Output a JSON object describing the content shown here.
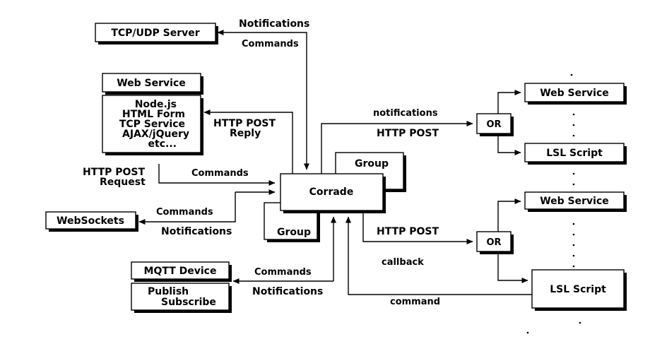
{
  "nodes": {
    "tcp_udp_server": "TCP/UDP Server",
    "web_service_left": "Web Service",
    "web_service_left_items": [
      "Node.js",
      "HTML Form",
      "TCP Service",
      "AJAX/jQuery",
      "etc..."
    ],
    "websockets": "WebSockets",
    "mqtt_device": "MQTT Device",
    "publish_subscribe": [
      "Publish",
      "Subscribe"
    ],
    "corrade": "Corrade",
    "group_top": "Group",
    "group_bottom": "Group",
    "or_top": "OR",
    "or_bottom": "OR",
    "web_service_right_top": "Web Service",
    "lsl_script_top": "LSL Script",
    "web_service_right_bottom": "Web Service",
    "lsl_script_bottom": "LSL Script"
  },
  "labels": {
    "tcp_notifications": "Notifications",
    "tcp_commands": "Commands",
    "http_post_reply": [
      "HTTP POST",
      "Reply"
    ],
    "http_post_request": [
      "HTTP POST",
      "Request"
    ],
    "request_commands": "Commands",
    "ws_commands": "Commands",
    "ws_notifications": "Notifications",
    "mqtt_commands": "Commands",
    "mqtt_notifications": "Notifications",
    "notifications": "notifications",
    "http_post_top": "HTTP POST",
    "http_post_bottom": "HTTP POST",
    "callback": "callback",
    "command": "command"
  }
}
